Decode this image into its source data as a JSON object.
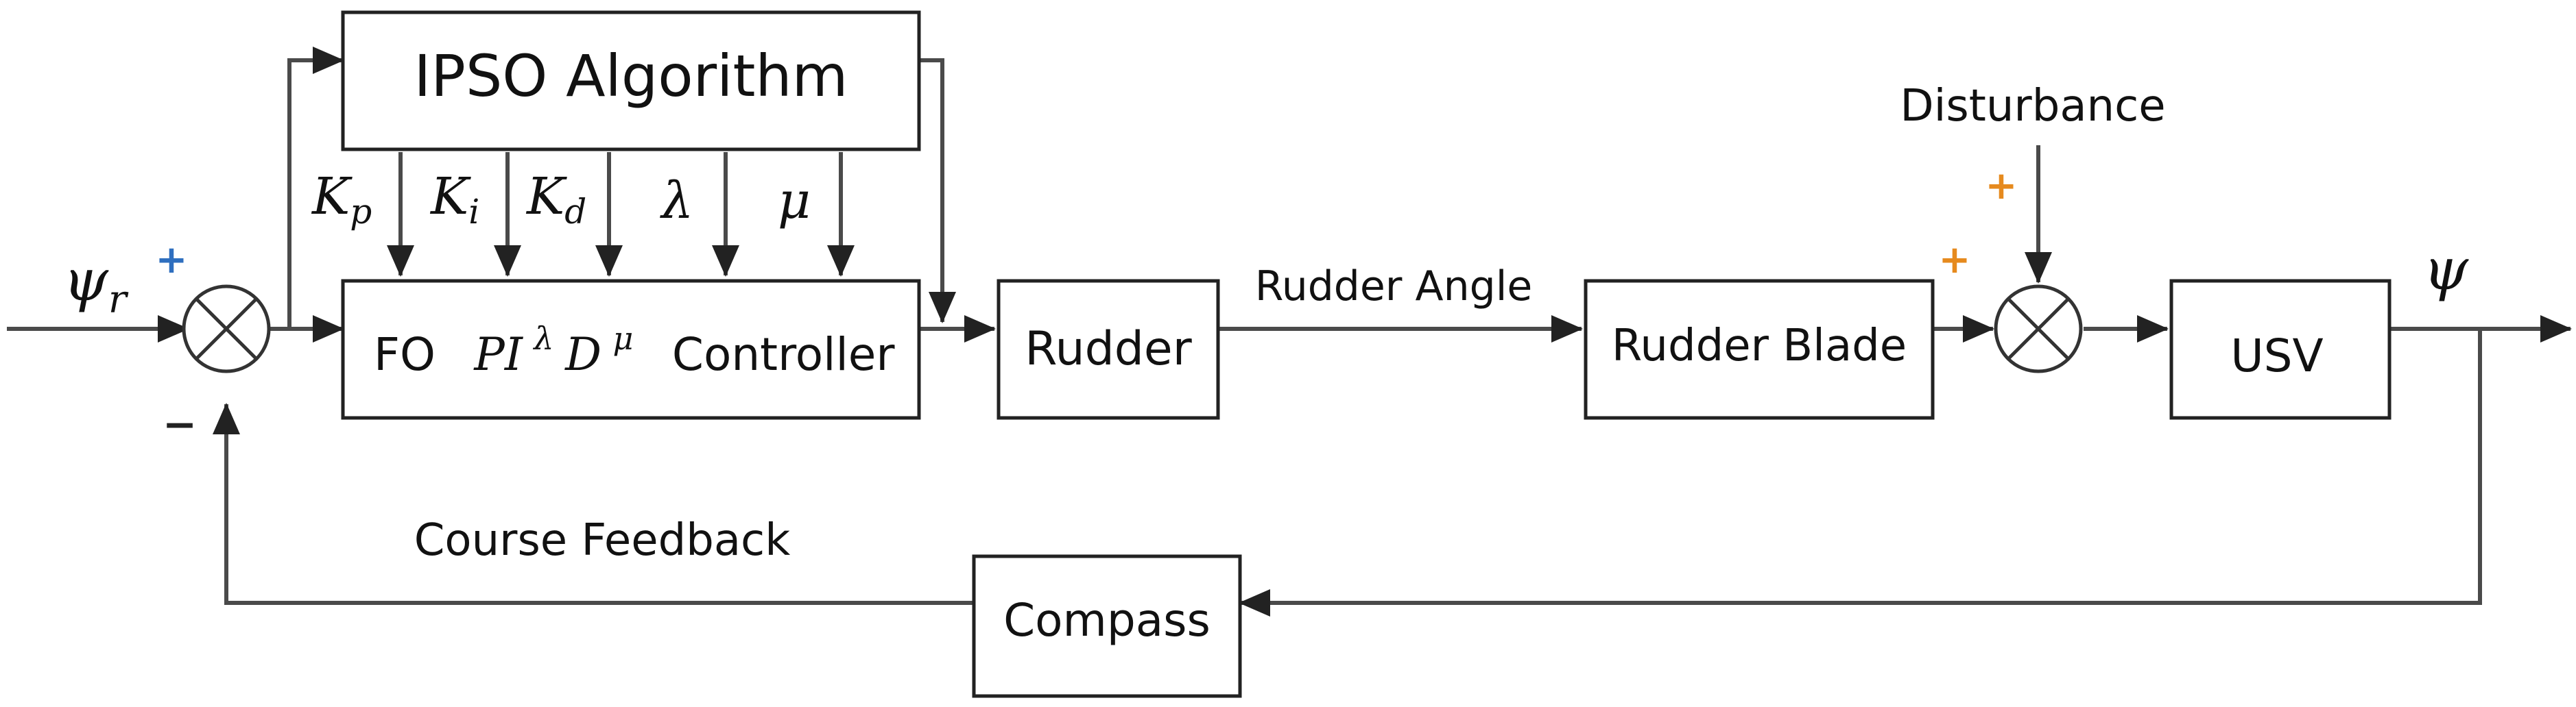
{
  "blocks": {
    "ipso": "IPSO Algorithm",
    "controller_prefix": "FO",
    "controller_suffix": "Controller",
    "rudder": "Rudder",
    "rudder_blade": "Rudder Blade",
    "usv": "USV",
    "compass": "Compass"
  },
  "params": {
    "kp": "K",
    "kp_sub": "p",
    "ki": "K",
    "ki_sub": "i",
    "kd": "K",
    "kd_sub": "d",
    "lambda": "λ",
    "mu": "μ"
  },
  "controller_math": {
    "pi": "PI",
    "lambda_sup": "λ",
    "d": "D",
    "mu_sup": "μ"
  },
  "signals": {
    "input": "ψ",
    "input_sub": "r",
    "output": "ψ",
    "rudder_angle": "Rudder Angle",
    "disturbance": "Disturbance",
    "course_feedback": "Course Feedback"
  },
  "signs": {
    "sum1_plus": "+",
    "sum1_minus": "−",
    "sum2_plus_left": "+",
    "sum2_plus_top": "+"
  },
  "colors": {
    "plus1": "#2f6fbf",
    "plus2_left": "#e68a1e",
    "plus2_top": "#e68a1e"
  }
}
